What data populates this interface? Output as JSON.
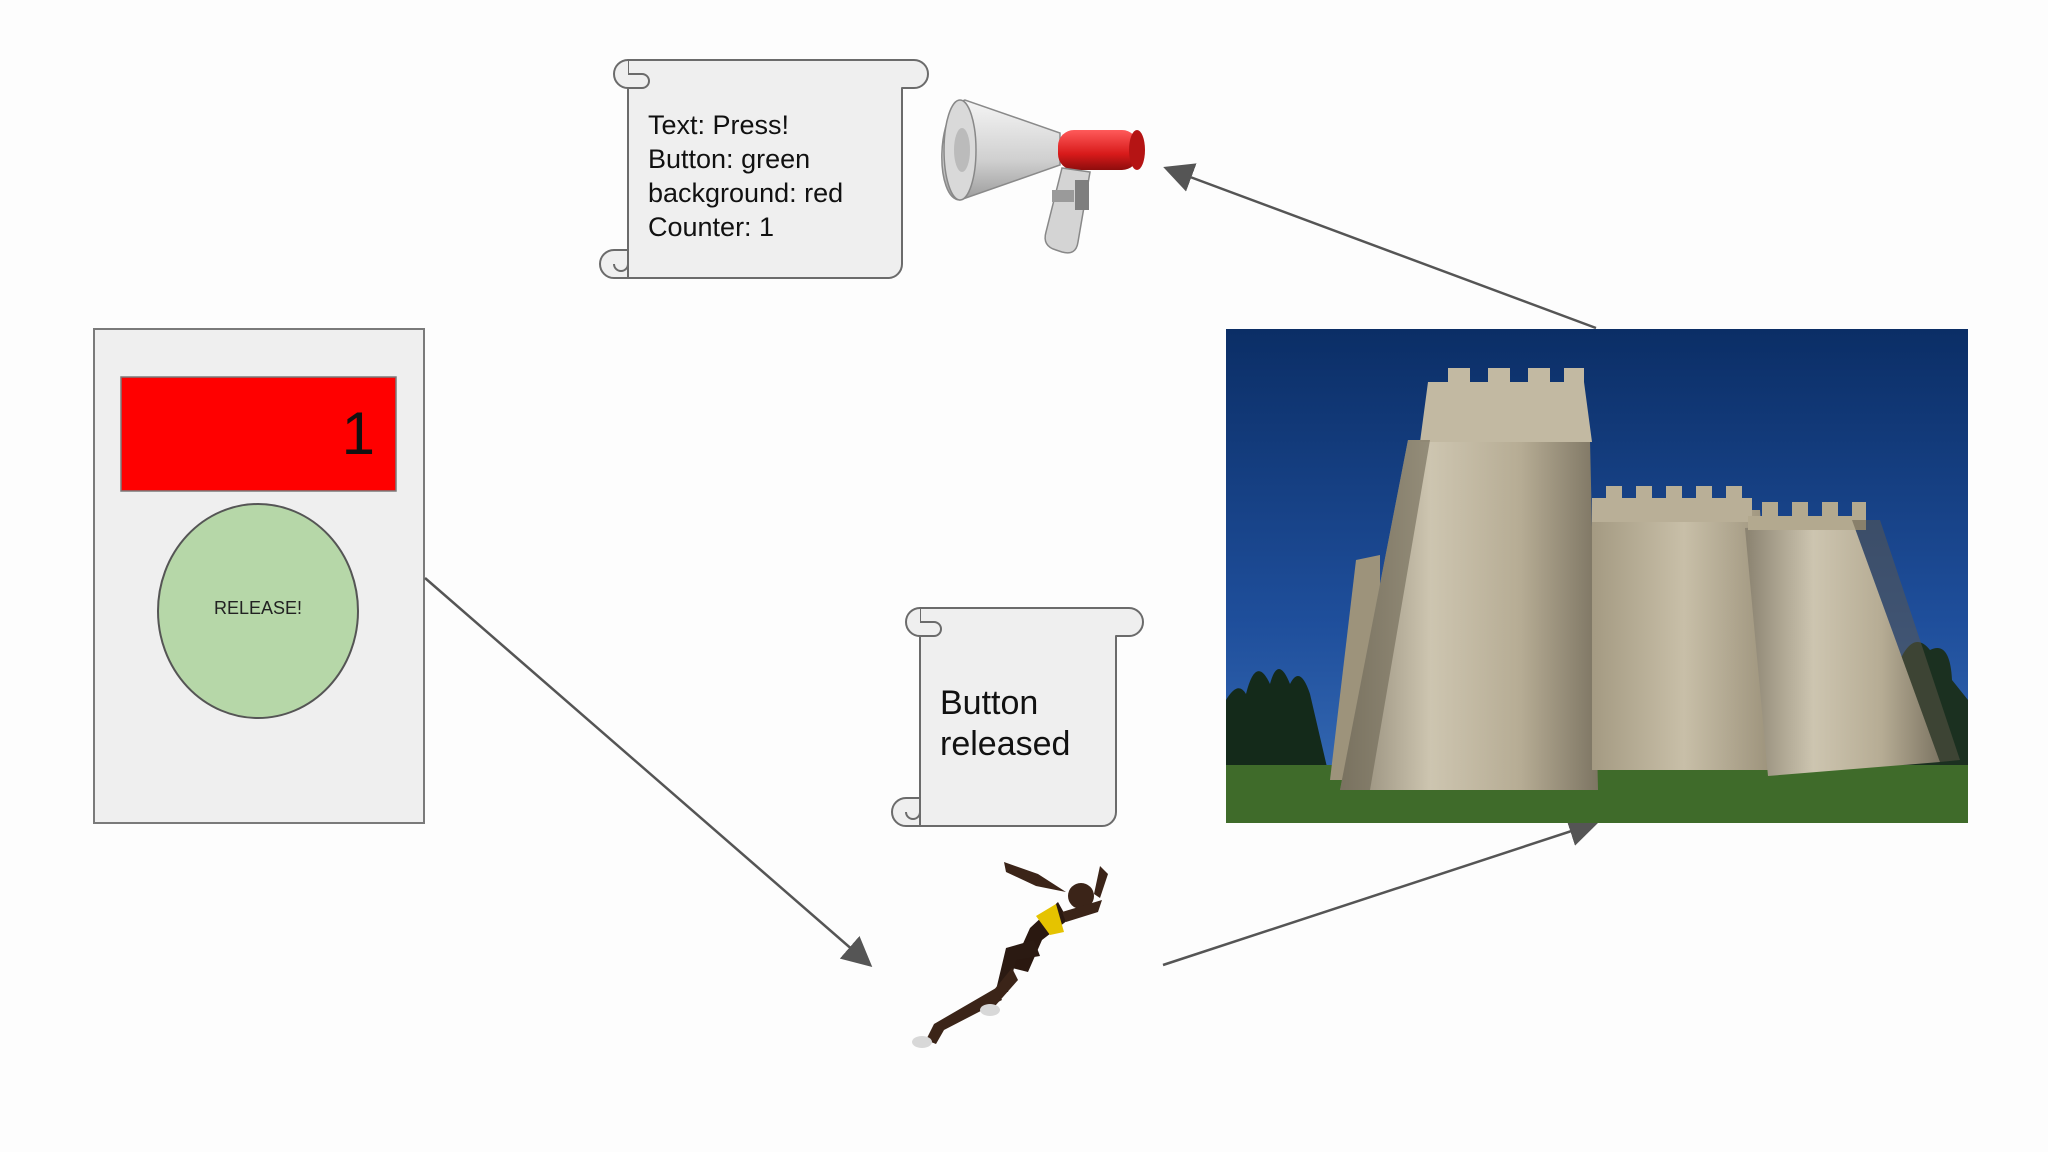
{
  "phone": {
    "counter": "1",
    "button_label": "RELEASE!",
    "display_color": "#ff0000",
    "button_color": "#b6d7a8"
  },
  "state_scroll": {
    "lines": [
      "Text: Press!",
      "Button: green",
      "background: red",
      "Counter: 1"
    ]
  },
  "event_scroll": {
    "lines": [
      "Button",
      "released"
    ]
  },
  "icons": {
    "broadcast": "megaphone-icon",
    "action": "sprinter-icon",
    "store": "castle-icon"
  }
}
